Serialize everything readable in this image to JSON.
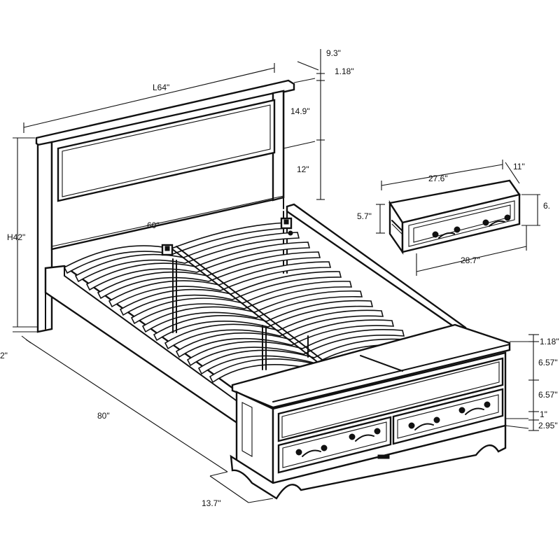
{
  "diagram": {
    "dimensions": {
      "headboard_length": "L64\"",
      "headboard_top_depth": "9.3\"",
      "headboard_cap": "1.18\"",
      "headboard_upper": "14.9\"",
      "headboard_lower": "12\"",
      "inner_width": "60\"",
      "overall_height": "H42\"",
      "leg_clearance": "2\"",
      "length": "80\"",
      "footboard_depth": "13.7\"",
      "footboard_cap": "1.18\"",
      "footboard_panel": "6.57\"",
      "footboard_drawer_height": "6.57\"",
      "footboard_rail": "1\"",
      "footboard_base": "2.95\"",
      "drawer_top_width": "27.6\"",
      "drawer_depth": "11\"",
      "drawer_side_height": "5.7\"",
      "drawer_front_height": "6.",
      "drawer_bottom_width": "28.7\""
    }
  }
}
